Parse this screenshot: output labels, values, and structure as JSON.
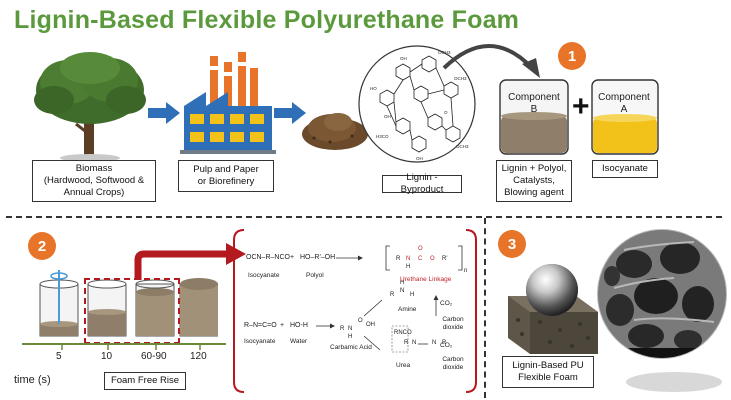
{
  "title": "Lignin-Based Flexible Polyurethane Foam",
  "badges": [
    "1",
    "2",
    "3"
  ],
  "section1": {
    "biomass_label": "Biomass (Hardwood, Softwood & Annual Crops)",
    "biomass_line1": "Biomass",
    "biomass_line2": "(Hardwood, Softwood &",
    "biomass_line3": "Annual Crops)",
    "pulp_line1": "Pulp and Paper",
    "pulp_line2": "or  Biorefinery",
    "lignin_byproduct": "Lignin - Byproduct",
    "component_b_line1": "Component",
    "component_b_line2": "B",
    "component_a_line1": "Component",
    "component_a_line2": "A",
    "plus": "+",
    "lignin_polyol_line1": "Lignin + Polyol,",
    "lignin_polyol_line2": "Catalysts,",
    "lignin_polyol_line3": "Blowing agent",
    "isocyanate": "Isocyanate"
  },
  "section2": {
    "time_ticks": [
      "5",
      "10",
      "60-90",
      "120"
    ],
    "time_axis": "time (s)",
    "foam_free_rise": "Foam Free Rise",
    "reaction1": {
      "isocyanate_formula": "OCN–R–NCO",
      "plus1": "+",
      "polyol_formula": "HO–R'–OH",
      "isocyanate_label": "Isocyanate",
      "polyol_label": "Polyol",
      "urethane_label": "Urethane Linkage"
    },
    "reaction2": {
      "isocyanate_formula": "R–N=C=O",
      "plus": "+",
      "water_formula": "HO-H",
      "isocyanate_label": "Isocyanate",
      "water_label": "Water",
      "carbamic_label": "Carbamic Acid",
      "amine_label": "Amine",
      "urea_label": "Urea",
      "co2_1": "CO₂",
      "co2_2": "CO₂",
      "carbon_dioxide_1": "Carbon dioxide",
      "carbon_dioxide_2": "Carbon dioxide"
    }
  },
  "section3": {
    "foam_line1": "Lignin-Based PU",
    "foam_line2": "Flexible Foam"
  },
  "colors": {
    "title_green": "#5b9a3c",
    "badge_orange": "#e8742a",
    "arrow_blue": "#2f6fb7",
    "dark_red": "#b3191f",
    "isocyanate_yellow": "#f2c21b"
  }
}
